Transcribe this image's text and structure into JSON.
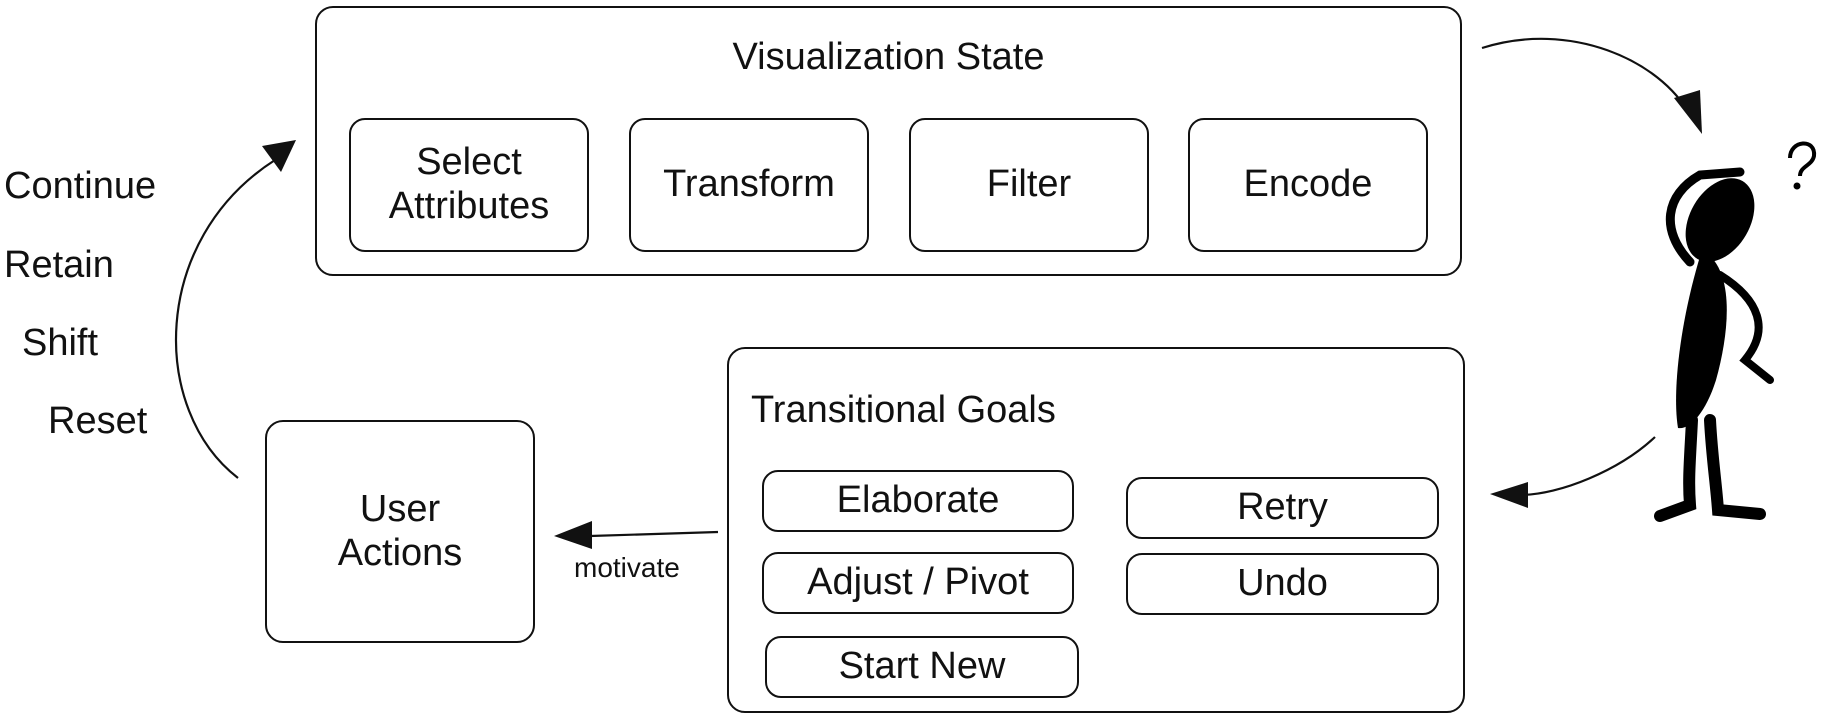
{
  "visualization_state": {
    "title": "Visualization State",
    "items": [
      "Select Attributes",
      "Transform",
      "Filter",
      "Encode"
    ]
  },
  "transitional_goals": {
    "title": "Transitional Goals",
    "left_items": [
      "Elaborate",
      "Adjust / Pivot",
      "Start New"
    ],
    "right_items": [
      "Retry",
      "Undo"
    ]
  },
  "user_actions": {
    "label": "User Actions"
  },
  "motivate_label": "motivate",
  "transition_types": [
    "Continue",
    "Retain",
    "Shift",
    "Reset"
  ],
  "figure": {
    "icon": "thinking-person-icon",
    "symbol": "?"
  }
}
